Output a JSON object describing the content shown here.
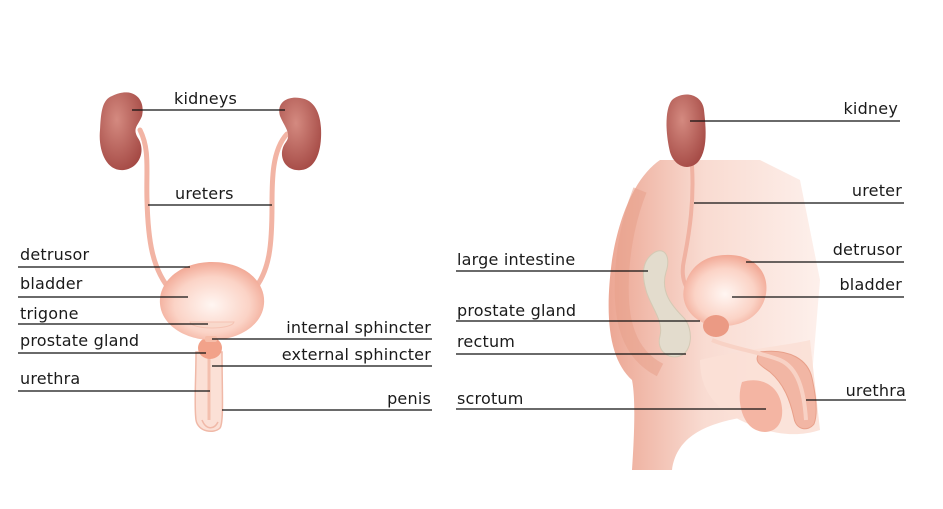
{
  "front_view": {
    "labels": {
      "kidneys": "kidneys",
      "ureters": "ureters",
      "detrusor": "detrusor",
      "bladder": "bladder",
      "trigone": "trigone",
      "prostate_gland": "prostate gland",
      "urethra": "urethra",
      "internal_sphincter": "internal sphincter",
      "external_sphincter": "external sphincter",
      "penis": "penis"
    }
  },
  "side_view": {
    "labels": {
      "kidney": "kidney",
      "ureter": "ureter",
      "detrusor": "detrusor",
      "bladder": "bladder",
      "large_intestine": "large intestine",
      "prostate_gland": "prostate gland",
      "rectum": "rectum",
      "scrotum": "scrotum",
      "urethra": "urethra"
    }
  },
  "colors": {
    "kidney": "#b8605a",
    "ureter": "#f0b2a2",
    "bladder": "#f4a793",
    "bladder_inner": "#fde6de",
    "skin": "#f7cfc2",
    "body_shade": "#eba591",
    "intestine": "#e2dccc",
    "leader_line": "#111111"
  }
}
